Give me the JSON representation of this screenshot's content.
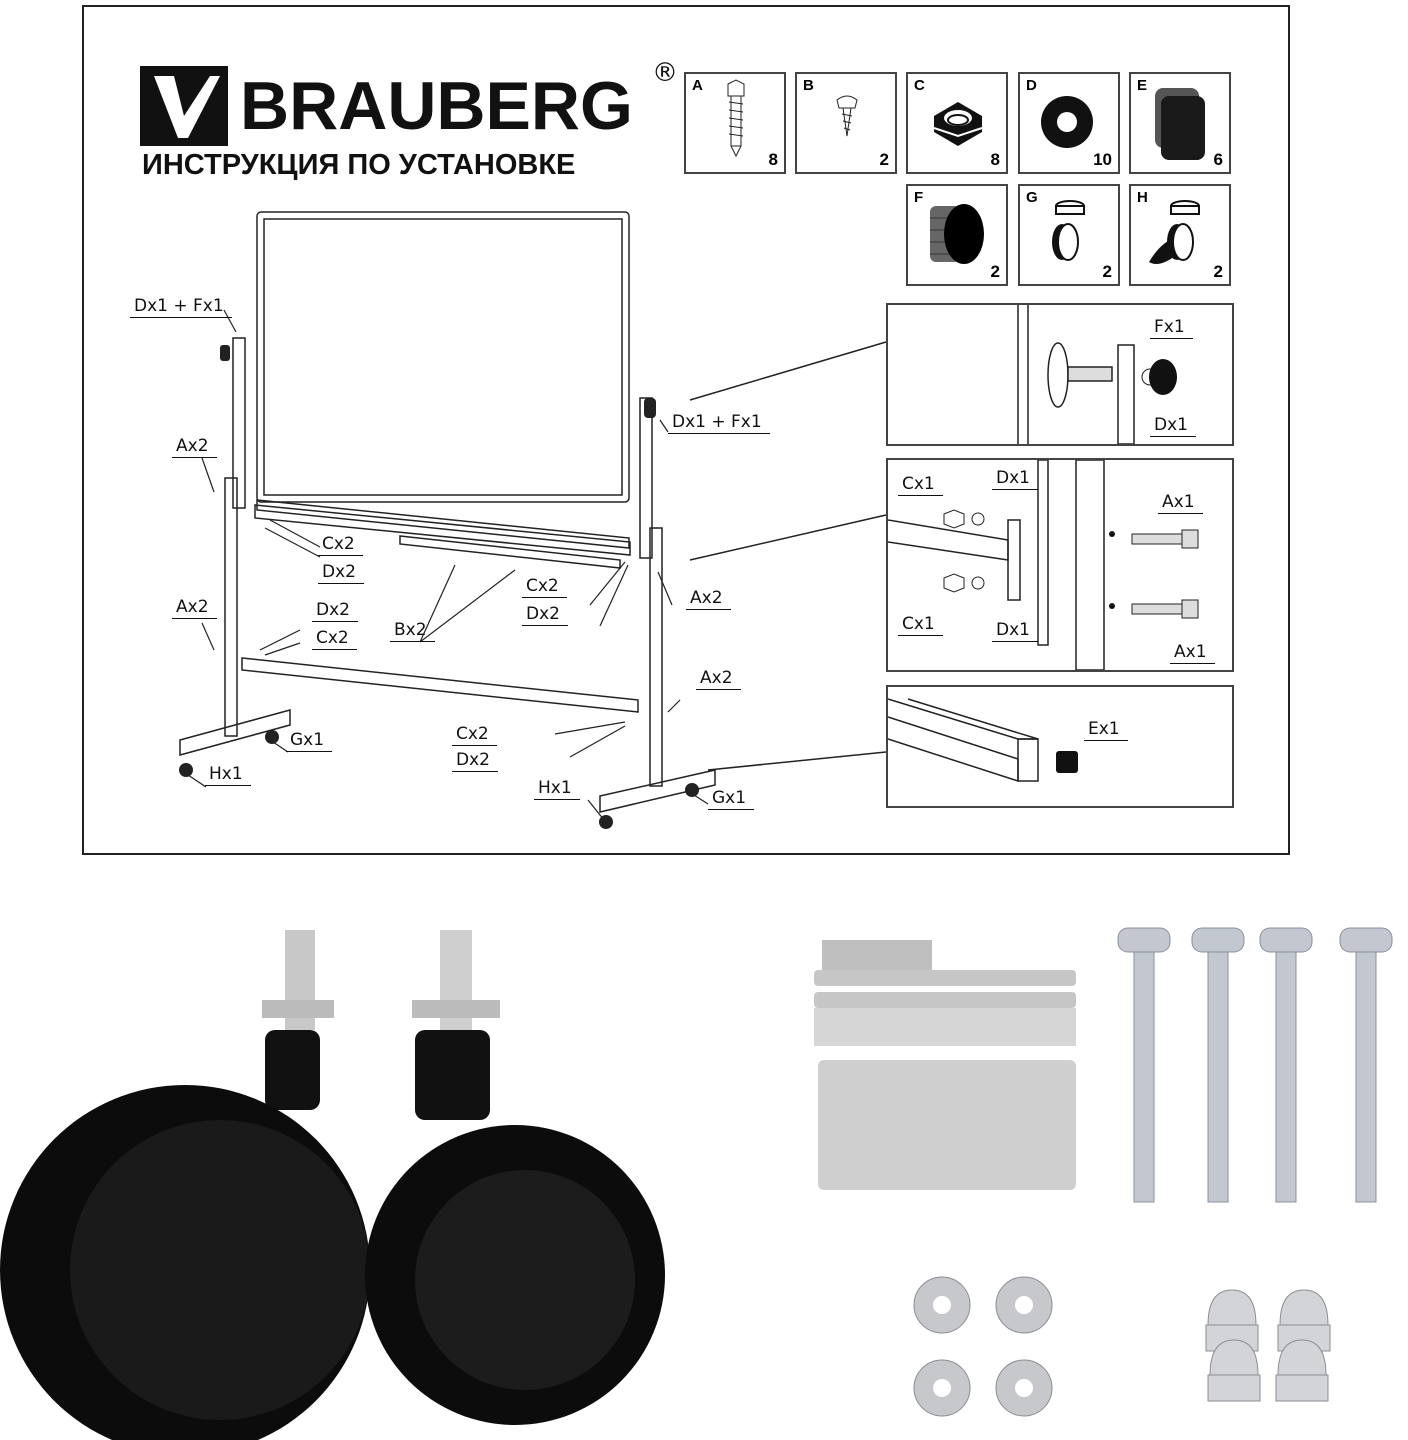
{
  "brand": {
    "name": "BRAUBERG",
    "registered": "®"
  },
  "title": "ИНСТРУКЦИЯ ПО УСТАНОВКЕ",
  "parts": [
    {
      "letter": "A",
      "qty": "8",
      "icon": "lag-bolt-icon"
    },
    {
      "letter": "B",
      "qty": "2",
      "icon": "screw-icon"
    },
    {
      "letter": "C",
      "qty": "8",
      "icon": "hex-nut-icon"
    },
    {
      "letter": "D",
      "qty": "10",
      "icon": "washer-icon"
    },
    {
      "letter": "E",
      "qty": "6",
      "icon": "end-cap-icon"
    },
    {
      "letter": "F",
      "qty": "2",
      "icon": "knob-icon"
    },
    {
      "letter": "G",
      "qty": "2",
      "icon": "caster-icon"
    },
    {
      "letter": "H",
      "qty": "2",
      "icon": "locking-caster-icon"
    }
  ],
  "callouts": {
    "left_top": "Dx1 + Fx1",
    "right_top": "Dx1 + Fx1",
    "a_left_1": "Ax2",
    "c_upper_left": "Cx2",
    "d_upper_left": "Dx2",
    "a_left_2": "Ax2",
    "d_lower_left": "Dx2",
    "c_lower_left": "Cx2",
    "b": "Bx2",
    "c_upper_right": "Cx2",
    "d_upper_right": "Dx2",
    "a_right_1": "Ax2",
    "a_right_2": "Ax2",
    "c_lower_right": "Cx2",
    "d_lower_right": "Dx2",
    "g_left": "Gx1",
    "h_left": "Hx1",
    "h_right": "Hx1",
    "g_right": "Gx1"
  },
  "details": {
    "knob": {
      "f": "Fx1",
      "d": "Dx1"
    },
    "bracket": {
      "c1": "Cx1",
      "d1": "Dx1",
      "a1": "Ax1",
      "c2": "Cx1",
      "d2": "Dx1",
      "a2": "Ax1"
    },
    "cap": {
      "e": "Ex1"
    }
  }
}
